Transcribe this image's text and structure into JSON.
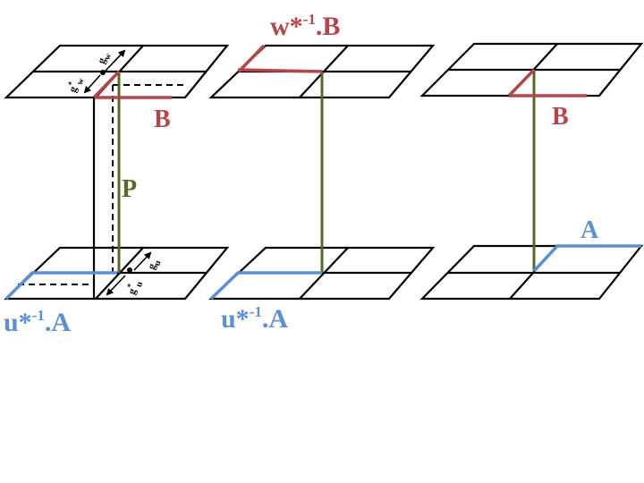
{
  "colors": {
    "red": "#b5454a",
    "blue": "#5b8fd6",
    "green": "#55692a",
    "black": "#000000"
  },
  "labels": {
    "w_inv_B": {
      "base": "w*",
      "sup": "-1",
      "tail": ".B"
    },
    "u_inv_A_left": {
      "base": "u*",
      "sup": "-1",
      "tail": ".A"
    },
    "u_inv_A_mid": {
      "base": "u*",
      "sup": "-1",
      "tail": ".A"
    },
    "B_left": "B",
    "B_right": "B",
    "A_right": "A",
    "P": "P",
    "g_w": "g",
    "g_w_sub": "w",
    "g_w_star": "g",
    "g_w_star_sub": "w",
    "g_u": "g",
    "g_u_sub": "u",
    "g_u_star": "g",
    "g_u_star_sub": "u"
  }
}
